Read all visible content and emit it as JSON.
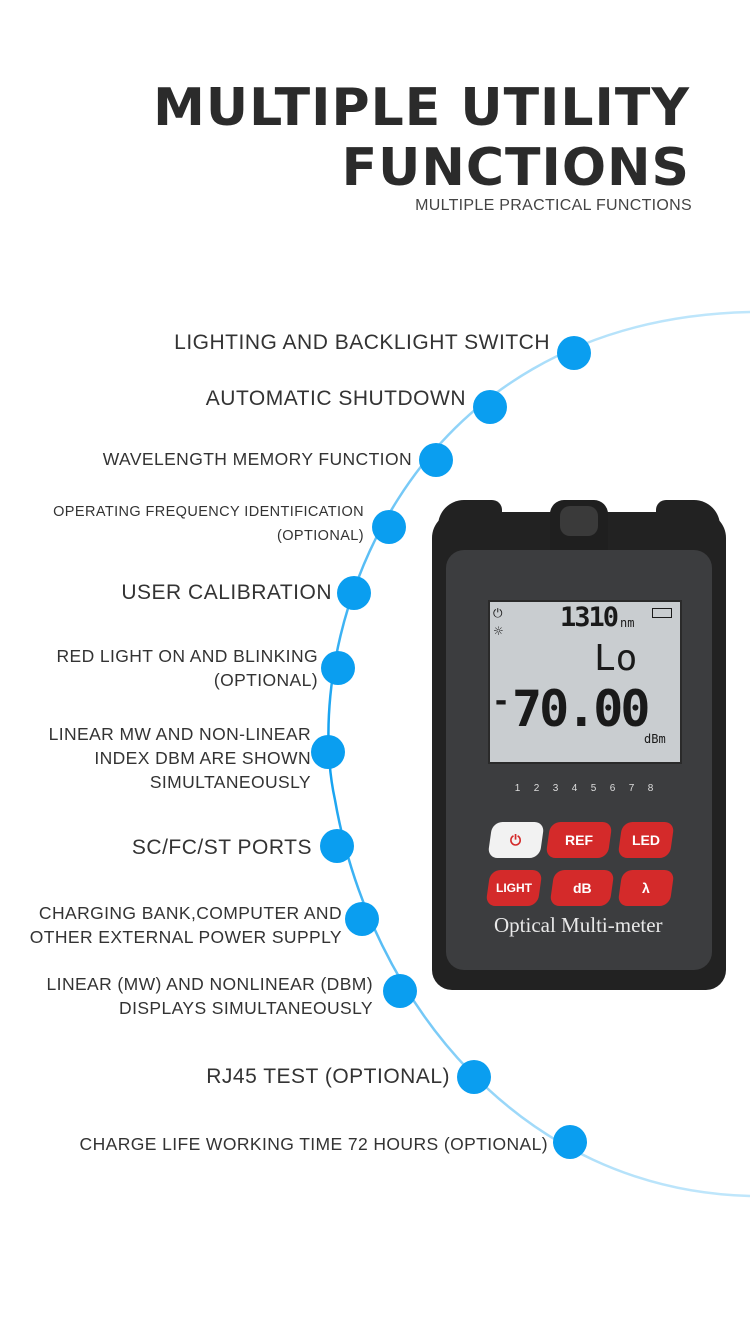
{
  "header": {
    "title_line1": "MULTIPLE UTILITY",
    "title_line2": "FUNCTIONS",
    "subtitle": "MULTIPLE PRACTICAL FUNCTIONS"
  },
  "features": [
    {
      "lines": [
        "LIGHTING AND BACKLIGHT SWITCH"
      ]
    },
    {
      "lines": [
        "AUTOMATIC SHUTDOWN"
      ]
    },
    {
      "lines": [
        "WAVELENGTH MEMORY FUNCTION"
      ]
    },
    {
      "lines": [
        "OPERATING FREQUENCY IDENTIFICATION",
        "(OPTIONAL)"
      ]
    },
    {
      "lines": [
        "USER CALIBRATION"
      ]
    },
    {
      "lines": [
        "RED LIGHT ON AND BLINKING",
        "(OPTIONAL)"
      ]
    },
    {
      "lines": [
        "LINEAR MW AND NON-LINEAR",
        "INDEX DBM ARE SHOWN",
        "SIMULTANEOUSLY"
      ]
    },
    {
      "lines": [
        "SC/FC/ST PORTS"
      ]
    },
    {
      "lines": [
        "CHARGING BANK,COMPUTER AND",
        "OTHER EXTERNAL POWER SUPPLY"
      ]
    },
    {
      "lines": [
        "LINEAR (MW) AND NONLINEAR (DBM)",
        "DISPLAYS SIMULTANEOUSLY"
      ]
    },
    {
      "lines": [
        "RJ45 TEST (OPTIONAL)"
      ]
    },
    {
      "lines": [
        "CHARGE LIFE WORKING TIME 72 HOURS (OPTIONAL)"
      ]
    }
  ],
  "device": {
    "screen_wavelength": "1310",
    "screen_unit_nm": "nm",
    "screen_mode": "Lo",
    "screen_sign": "-",
    "screen_value": "70.00",
    "screen_unit_dbm": "dBm",
    "led_numbers": [
      "1",
      "2",
      "3",
      "4",
      "5",
      "6",
      "7",
      "8"
    ],
    "buttons": {
      "power": "⏻",
      "ref": "REF",
      "led": "LED",
      "light": "LIGHT",
      "db": "dB",
      "lambda": "λ"
    },
    "brand": "Optical Multi-meter"
  },
  "colors": {
    "accent": "#0a9ef0",
    "title": "#2b2b2b",
    "button_red": "#d42a2a"
  }
}
